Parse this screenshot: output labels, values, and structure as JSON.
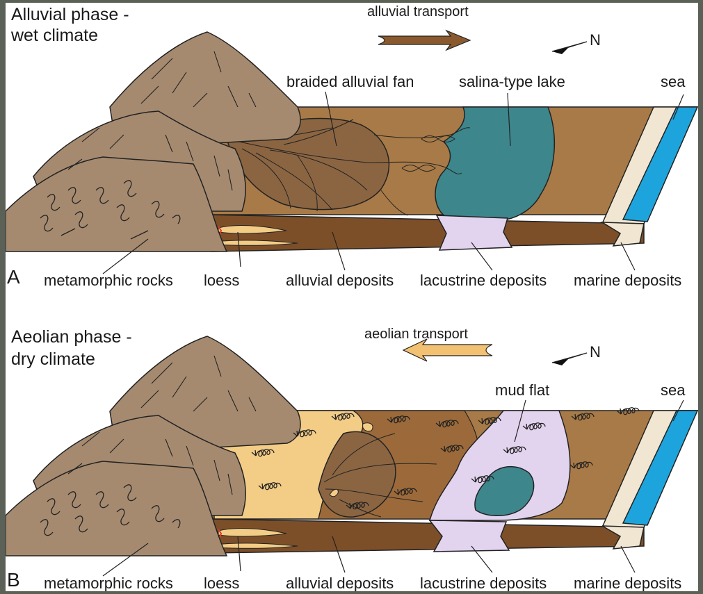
{
  "panel_a": {
    "letter": "A",
    "title_line1": "Alluvial phase -",
    "title_line2": "wet climate",
    "transport_label": "alluvial transport",
    "north_label": "N",
    "top_labels": {
      "fan": "braided alluvial fan",
      "lake": "salina-type lake",
      "sea": "sea"
    },
    "bottom_labels": {
      "metamorphic": "metamorphic rocks",
      "loess": "loess",
      "alluvial": "alluvial deposits",
      "lacustrine": "lacustrine deposits",
      "marine": "marine deposits"
    }
  },
  "panel_b": {
    "letter": "B",
    "title_line1": "Aeolian phase -",
    "title_line2": "dry climate",
    "transport_label": "aeolian transport",
    "north_label": "N",
    "top_labels": {
      "mudflat": "mud flat",
      "sea": "sea"
    },
    "bottom_labels": {
      "metamorphic": "metamorphic rocks",
      "loess": "loess",
      "alluvial": "alluvial deposits",
      "lacustrine": "lacustrine deposits",
      "marine": "marine deposits"
    }
  },
  "colors": {
    "background_border": "#5c6158",
    "mountain": "#a58a70",
    "plain": "#a87a47",
    "fan": "#8b6542",
    "front_face": "#7c4f29",
    "lake": "#3d868c",
    "sea": "#1ea4dc",
    "sea_shore": "#f1e6d2",
    "lacustrine": "#e2d3ee",
    "loess": "#f3cc86",
    "aeolian_arrow": "#f3c172",
    "alluvial_arrow": "#8a5a2e"
  }
}
